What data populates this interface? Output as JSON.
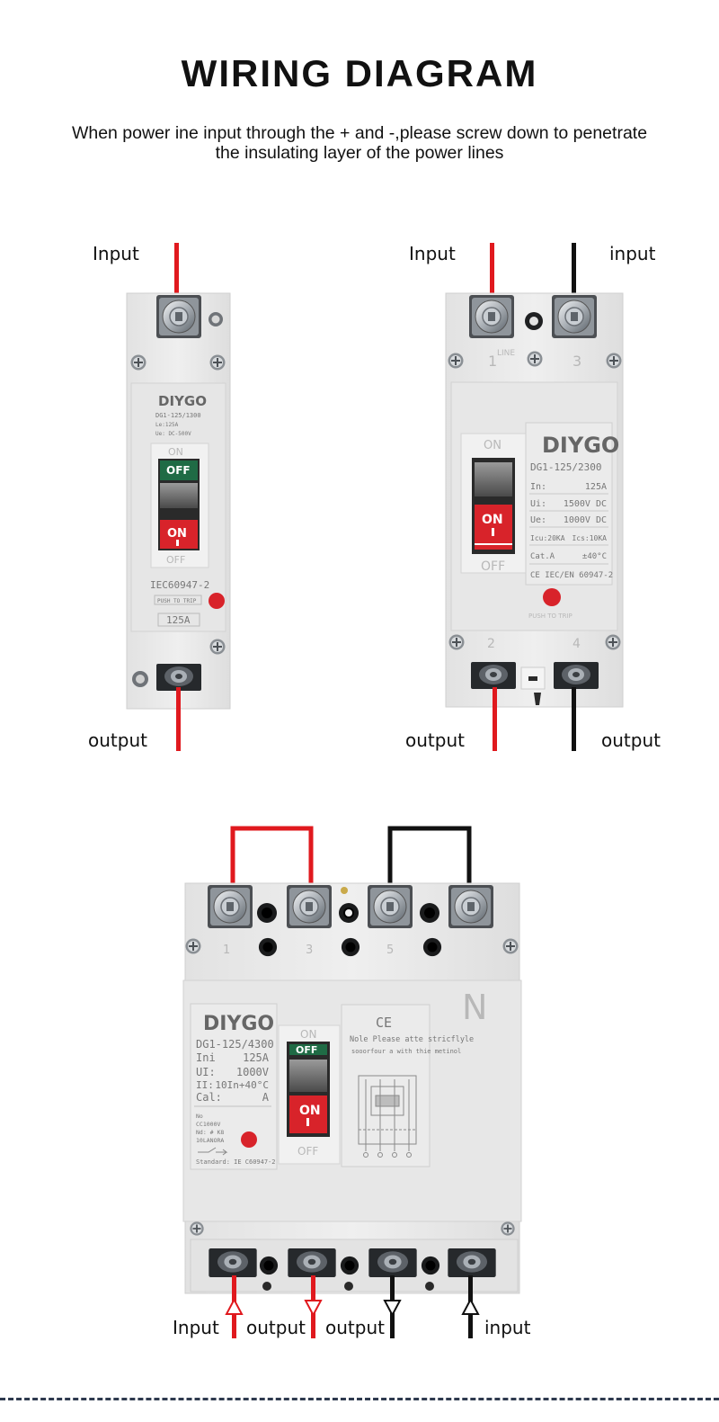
{
  "header": {
    "title": "WIRING DIAGRAM",
    "subtitle_line1": "When power ine input through the + and -,please screw down to penetrate",
    "subtitle_line2": "the insulating layer of the power lines"
  },
  "colors": {
    "positive_wire": "#e0191e",
    "negative_wire": "#111111",
    "body": "#ececec",
    "on_red": "#d8232a",
    "off_green": "#1f6b45"
  },
  "breaker_1p": {
    "label_input": "Input",
    "label_output": "output",
    "brand": "DIYGO",
    "model": "DG1-125/1300",
    "spec_in": "Le:125A",
    "spec_ue": "Ue: DC-500V",
    "switch_on_top": "ON",
    "switch_off": "OFF",
    "switch_on": "ON",
    "switch_off_bottom": "OFF",
    "cert": "IEC60947-2",
    "push": "PUSH TO TRIP",
    "rating": "125A"
  },
  "breaker_2p": {
    "label_input_left": "Input",
    "label_input_right": "input",
    "label_output_left": "output",
    "label_output_right": "output",
    "term1": "1",
    "line": "LINE",
    "term3": "3",
    "term2": "2",
    "term4": "4",
    "brand": "DIYGO",
    "model": "DG1-125/2300",
    "switch_on_top": "ON",
    "switch_on": "ON",
    "switch_off_bottom": "OFF",
    "spec": [
      {
        "k": "In:",
        "v": "125A"
      },
      {
        "k": "Ui:",
        "v": "1500V DC"
      },
      {
        "k": "Ue:",
        "v": "1000V DC"
      },
      {
        "k": "Icu:20KA",
        "v": "Ics:10KA"
      },
      {
        "k": "Cat.A",
        "v": "±40°C"
      }
    ],
    "cert": "CE IEC/EN 60947-2",
    "push": "PUSH TO TRIP"
  },
  "breaker_4p": {
    "term1": "1",
    "term3": "3",
    "term5": "5",
    "n_mark": "N",
    "brand": "DIYGO",
    "model": "DG1-125/4300",
    "spec": [
      {
        "k": "Ini",
        "v": "125A"
      },
      {
        "k": "UI:",
        "v": "1000V"
      },
      {
        "k": "II:",
        "v": "10In+40°C"
      },
      {
        "k": "Cal:",
        "v": "A"
      }
    ],
    "small_lines": [
      "No",
      "CC1000V",
      "Nd: # K8",
      "10LANORA"
    ],
    "standard": "Standard: IE C60947-2",
    "switch_on_top": "ON",
    "switch_off": "OFF",
    "switch_on": "ON",
    "switch_off_bottom": "OFF",
    "ce": "CE",
    "note1": "Nole Please atte stricflyle",
    "note2": "sooorfour a with thie metinol",
    "label_input_left": "Input",
    "label_output_1": "output",
    "label_output_2": "output",
    "label_input_right": "input"
  }
}
